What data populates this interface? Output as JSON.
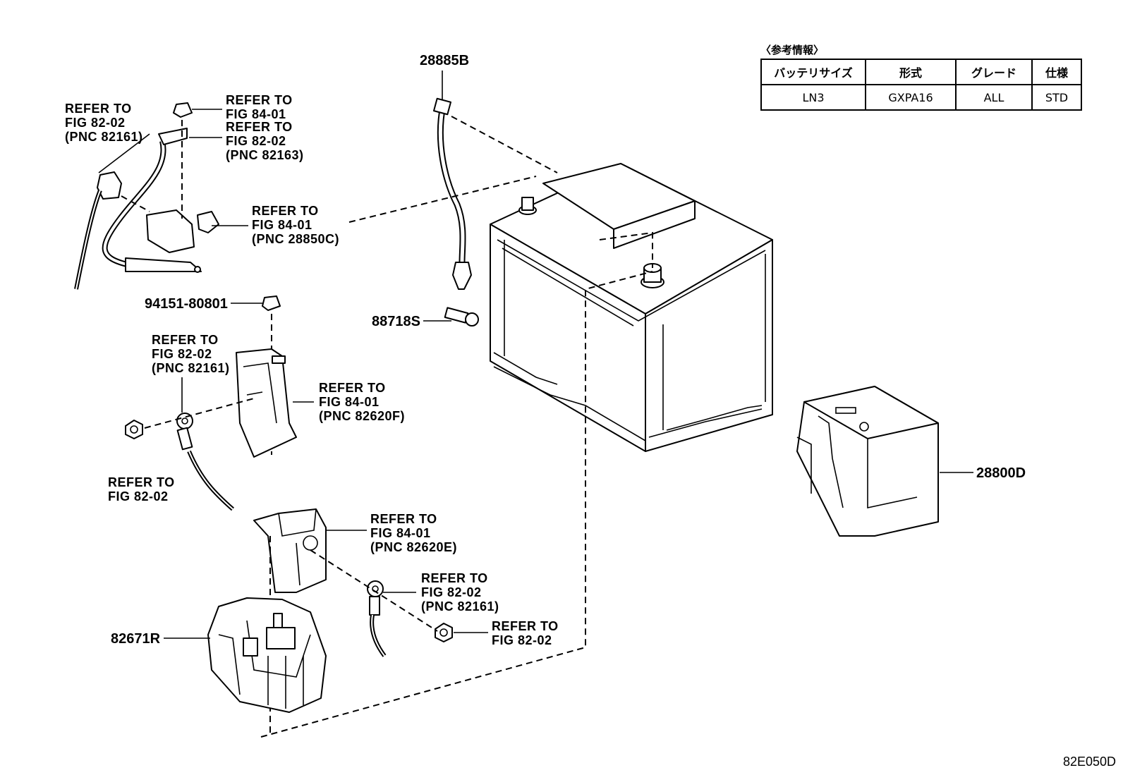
{
  "spec_table": {
    "caption": "〈参考情報〉",
    "headers": [
      "バッテリサイズ",
      "形式",
      "グレード",
      "仕様"
    ],
    "row": [
      "LN3",
      "GXPA16",
      "ALL",
      "STD"
    ]
  },
  "part_numbers": {
    "p28885B": "28885B",
    "p88718S": "88718S",
    "p94151": "94151-80801",
    "p28800D": "28800D",
    "p82671R": "82671R"
  },
  "refs": {
    "r1": [
      "REFER TO",
      "FIG 82-02",
      "(PNC 82161)"
    ],
    "r2": [
      "REFER TO",
      "FIG 84-01"
    ],
    "r3": [
      "REFER TO",
      "FIG 82-02",
      "(PNC 82163)"
    ],
    "r4": [
      "REFER TO",
      "FIG 84-01",
      "(PNC 28850C)"
    ],
    "r5": [
      "REFER TO",
      "FIG 82-02",
      "(PNC 82161)"
    ],
    "r6": [
      "REFER TO",
      "FIG 84-01",
      "(PNC 82620F)"
    ],
    "r7": [
      "REFER TO",
      "FIG 82-02"
    ],
    "r8": [
      "REFER TO",
      "FIG 84-01",
      "(PNC 82620E)"
    ],
    "r9": [
      "REFER TO",
      "FIG 82-02",
      "(PNC 82161)"
    ],
    "r10": [
      "REFER TO",
      "FIG 82-02"
    ]
  },
  "diagram_code": "82E050D"
}
